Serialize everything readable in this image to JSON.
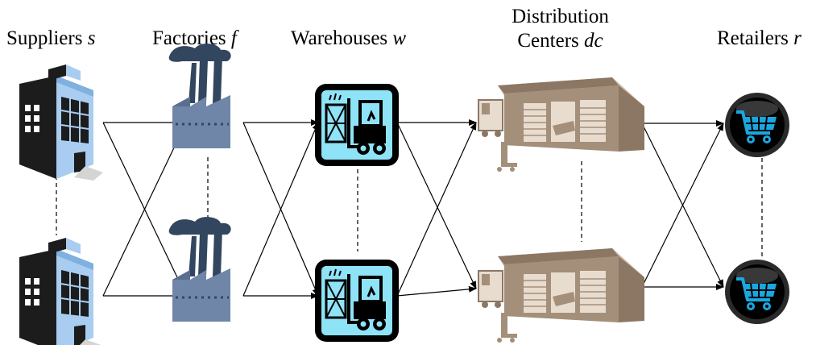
{
  "columns": [
    {
      "name": "Suppliers",
      "var": "s"
    },
    {
      "name": "Factories",
      "var": "f"
    },
    {
      "name": "Warehouses",
      "var": "w"
    },
    {
      "name_line1": "Distribution",
      "name_line2": "Centers",
      "var": "dc"
    },
    {
      "name": "Retailers",
      "var": "r"
    }
  ],
  "icons": {
    "supplier": "office-building-icon",
    "factory": "factory-icon",
    "warehouse": "forklift-warehouse-icon",
    "distribution_center": "distribution-center-building-icon",
    "retailer": "shopping-cart-icon"
  },
  "colors": {
    "supplier_blue": "#a9cdf0",
    "supplier_dark": "#1c1c1c",
    "factory_body": "#6f86a8",
    "factory_smoke": "#33465f",
    "warehouse_fill": "#8fe3f7",
    "dc_tan": "#a48f7a",
    "retailer_cart": "#1aa7e0",
    "arrow": "#000000"
  }
}
